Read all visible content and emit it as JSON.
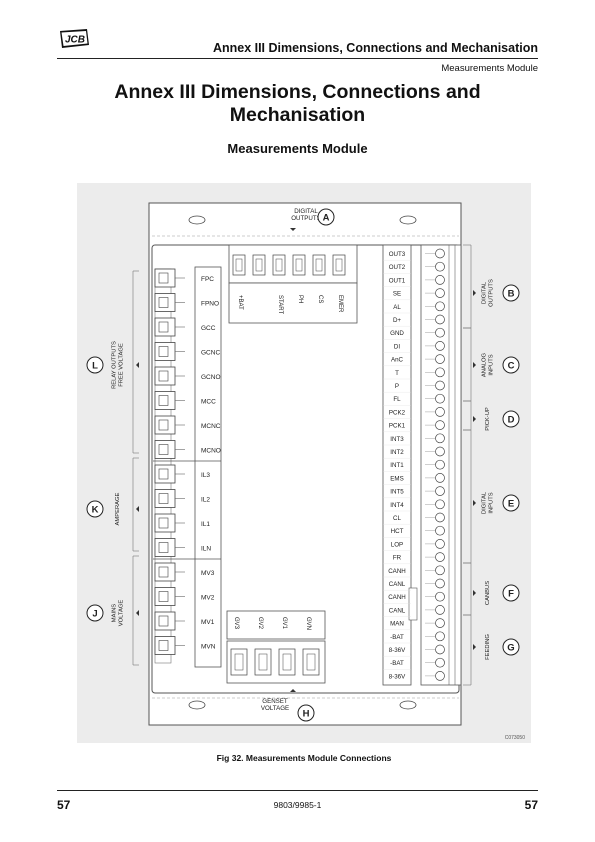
{
  "header": {
    "logo_text": "JCB",
    "title": "Annex III Dimensions, Connections and Mechanisation",
    "subtitle": "Measurements Module"
  },
  "page_title": "Annex III Dimensions, Connections and Mechanisation",
  "section_title": "Measurements Module",
  "figure": {
    "top_label": "DIGITAL\nOUTPUTS",
    "bottom_label": "GENSET\nVOLTAGE",
    "figure_code": "C073050",
    "left_terminals": [
      "FPC",
      "FPNO",
      "GCC",
      "GCNC",
      "GCNO",
      "MCC",
      "MCNC",
      "MCNO",
      "IL3",
      "IL2",
      "IL1",
      "ILN",
      "MV3",
      "MV2",
      "MV1",
      "MVN"
    ],
    "top_terminals": [
      "+BAT",
      "START",
      "PH",
      "CS",
      "EMER"
    ],
    "bottom_terminals": [
      "GV3",
      "GV2",
      "GV1",
      "GVN"
    ],
    "right_terminals": [
      "OUT3",
      "OUT2",
      "OUT1",
      "SE",
      "AL",
      "D+",
      "GND",
      "DI",
      "AnC",
      "T",
      "P",
      "FL",
      "PCK2",
      "PCK1",
      "INT3",
      "INT2",
      "INT1",
      "EMS",
      "INT5",
      "INT4",
      "CL",
      "HCT",
      "LOP",
      "FR",
      "CANH",
      "CANL",
      "CANH",
      "CANL",
      "MAN",
      "-BAT",
      "8-36V",
      "-BAT",
      "8-36V"
    ],
    "callouts": [
      {
        "letter": "A",
        "label": ""
      },
      {
        "letter": "B",
        "label": "DIGITAL\nOUTPUTS"
      },
      {
        "letter": "C",
        "label": "ANALOG\nINPUTS"
      },
      {
        "letter": "D",
        "label": "PICK-UP"
      },
      {
        "letter": "E",
        "label": "DIGITAL\nINPUTS"
      },
      {
        "letter": "F",
        "label": "CANBUS"
      },
      {
        "letter": "G",
        "label": "FEEDING"
      },
      {
        "letter": "H",
        "label": ""
      },
      {
        "letter": "J",
        "label": "MAINS\nVOLTAGE"
      },
      {
        "letter": "K",
        "label": "AMPERAGE"
      },
      {
        "letter": "L",
        "label": "RELAY OUTPUTS\nFREE VOLTAGE"
      }
    ]
  },
  "caption": "Fig 32. Measurements Module Connections",
  "footer": {
    "page_left": "57",
    "doc_number": "9803/9985-1",
    "page_right": "57"
  }
}
